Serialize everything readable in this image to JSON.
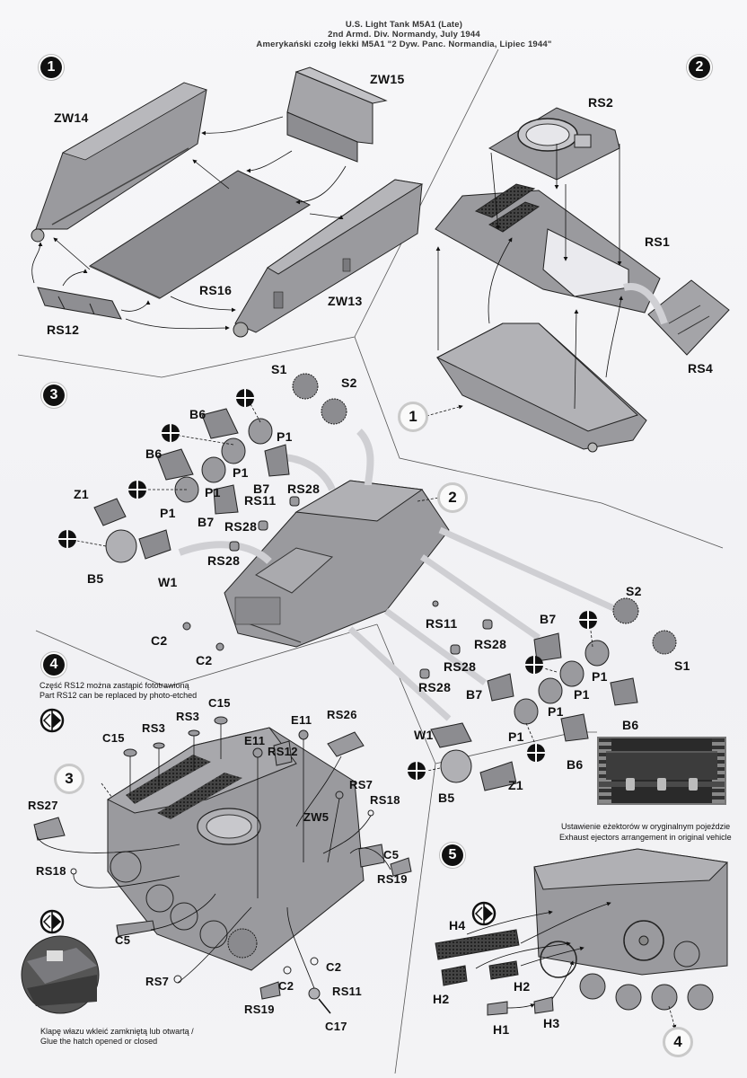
{
  "header": {
    "line1": "U.S. Light Tank M5A1 (Late)",
    "line2": "2nd Armd. Div. Normandy, July 1944",
    "line3": "Amerykański czołg lekki M5A1 \"2 Dyw. Panc. Normandia, Lipiec 1944\""
  },
  "steps": [
    {
      "number": "1"
    },
    {
      "number": "2"
    },
    {
      "number": "3"
    },
    {
      "number": "4"
    },
    {
      "number": "5"
    }
  ],
  "step1": {
    "parts": [
      "ZW14",
      "ZW15",
      "RS16",
      "ZW13",
      "RS12"
    ]
  },
  "step2": {
    "parts": [
      "RS2",
      "RS1",
      "RS4"
    ],
    "ref_subassembly": "1"
  },
  "step3": {
    "ref_subassembly": "2",
    "left_parts": [
      "S1",
      "S2",
      "B6",
      "P1",
      "B6",
      "P1",
      "P1",
      "B7",
      "P1",
      "B7",
      "RS28",
      "RS11",
      "RS28",
      "RS28",
      "Z1",
      "B5",
      "W1",
      "C2",
      "C2"
    ],
    "right_parts": [
      "S2",
      "S1",
      "B7",
      "P1",
      "P1",
      "P1",
      "P1",
      "B7",
      "B6",
      "B6",
      "RS11",
      "RS28",
      "RS28",
      "RS28",
      "W1",
      "B5",
      "Z1"
    ]
  },
  "step4": {
    "ref_subassembly": "3",
    "note_pl": "Część RS12 można zastąpić fototrawioną",
    "note_en": "Part RS12 can be replaced by photo-etched",
    "parts": [
      "C15",
      "RS3",
      "RS3",
      "C15",
      "E11",
      "E11",
      "RS26",
      "RS12",
      "RS7",
      "RS18",
      "ZW5",
      "C5",
      "RS27",
      "RS18",
      "RS19",
      "C5",
      "RS7",
      "C2",
      "C2",
      "RS19",
      "RS11",
      "C17"
    ],
    "hatch_note_pl": "Klapę włazu wkleić zamkniętą lub otwartą /",
    "hatch_note_en": "Glue the hatch opened or closed"
  },
  "step5": {
    "ref_subassembly": "4",
    "parts": [
      "H4",
      "H2",
      "H2",
      "H1",
      "H3"
    ],
    "photo_caption_pl": "Ustawienie eżektorów w oryginalnym pojeździe",
    "photo_caption_en": "Exhaust ejectors arrangement in original vehicle"
  },
  "icons": {
    "do_not_glue": "cross-circle-icon",
    "flip_view": "flip-view-icon"
  },
  "colors": {
    "paper": "#f4f4f6",
    "part_fill": "#9a9a9e",
    "part_dark": "#6e6e72",
    "ink": "#111111",
    "flow_arrow": "#c8c8cc"
  }
}
